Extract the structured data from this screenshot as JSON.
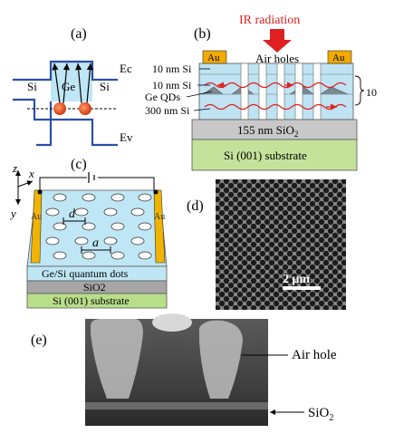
{
  "panels": {
    "a": {
      "label": "(a)",
      "si_left": "Si",
      "ge": "Ge",
      "si_right": "Si",
      "ec": "Ec",
      "ev": "Ev"
    },
    "b": {
      "label": "(b)",
      "ir_label": "IR radiation",
      "air_holes": "Air holes",
      "au_left": "Au",
      "au_right": "Au",
      "si_10nm_top": "10 nm Si",
      "si_10nm": "10 nm Si",
      "ge_qds": "Ge QDs",
      "si_300nm": "300 nm Si",
      "repeat": "10",
      "sio2_prefix": "155 nm SiO",
      "sio2_sub": "2",
      "substrate": "Si (001) substrate",
      "colors": {
        "ir": "#e02020",
        "au": "#f2a900",
        "si_layer": "#bfe3f3",
        "substrate": "#c4e29a"
      }
    },
    "c": {
      "label": "(c)",
      "axis_z": "z",
      "axis_x": "x",
      "axis_y": "y",
      "au_left": "Au",
      "au_right": "Au",
      "d_label": "d",
      "a_label": "a",
      "qd_layer": "Ge/Si quantum dots",
      "sio2": "SiO2",
      "substrate": "Si (001) substrate",
      "colors": {
        "top": "#bfe6f5",
        "sio2": "#a6a6a6",
        "substrate": "#b8de8a",
        "au": "#f0b400"
      }
    },
    "d": {
      "label": "(d)",
      "scale": "2 μm"
    },
    "e": {
      "label": "(e)",
      "air_hole": "Air hole",
      "sio2_prefix": "SiO",
      "sio2_sub": "2"
    }
  }
}
